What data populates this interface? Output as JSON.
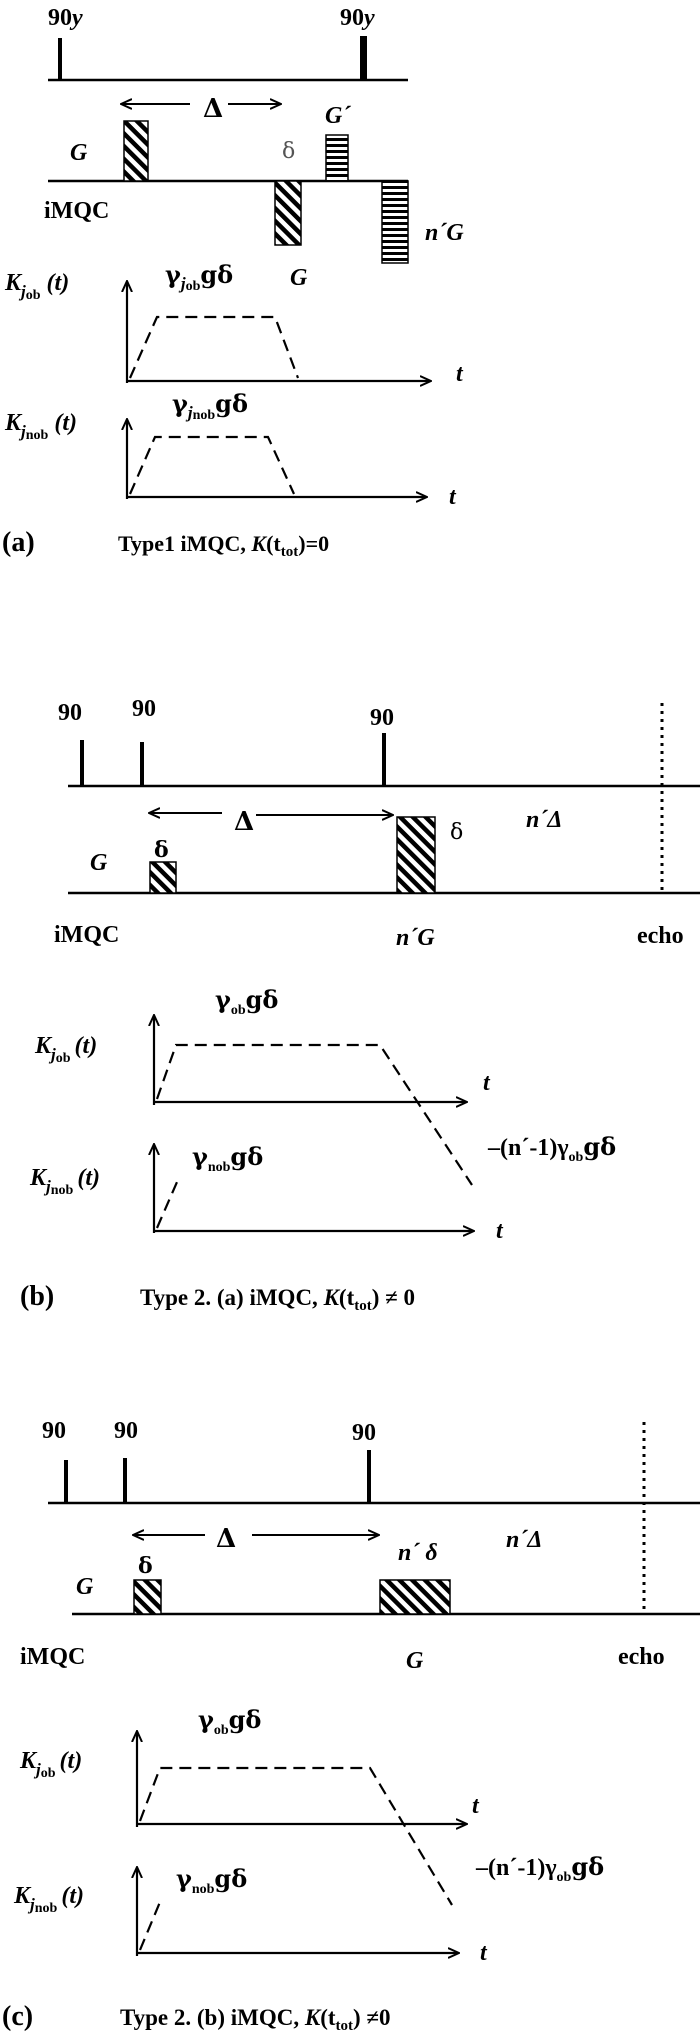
{
  "panel_a": {
    "pulse1": "90",
    "pulse1_sub": "y",
    "pulse2": "90",
    "pulse2_sub": "y",
    "delta_cap": "Δ",
    "delta_small": "δ",
    "G_left": "G",
    "G_prime": "G´",
    "G_bottom": "G",
    "nG": "n´G",
    "imqc": "iMQC",
    "K1_label": "K",
    "K1_sub": "j",
    "K1_subsub": "ob",
    "K1_arg": "(t)",
    "K1_level": "γ",
    "K1_level_sub": "j",
    "K1_level_subsub": "ob",
    "K1_level_tail": "gδ",
    "K2_label": "K",
    "K2_sub": "j",
    "K2_subsub": "nob",
    "K2_arg": "(t)",
    "K2_level": "γ",
    "K2_level_sub": "j",
    "K2_level_subsub": "nob",
    "K2_level_tail": "gδ",
    "t": "t",
    "tag": "(a)",
    "caption_pre": "Type1 iMQC, ",
    "caption_K": "K",
    "caption_arg": "(t",
    "caption_arg_sub": "tot",
    "caption_tail": ")=0"
  },
  "panel_b": {
    "pulse1": "90",
    "pulse2": "90",
    "pulse3": "90",
    "delta_cap": "Δ",
    "delta_small1": "δ",
    "delta_small2": "δ",
    "n_delta": "n´Δ",
    "G_left": "G",
    "imqc": "iMQC",
    "nG": "n´G",
    "echo": "echo",
    "K1_level": "γ",
    "K1_level_sub": "ob",
    "K1_level_tail": "gδ",
    "K1_label": "K",
    "K1_sub": "j",
    "K1_subsub": "ob",
    "K1_arg": "(t)",
    "neg_label": "–(n´-1)γ",
    "neg_sub": "ob",
    "neg_tail": "gδ",
    "K2_label": "K",
    "K2_sub": "j",
    "K2_subsub": "nob",
    "K2_arg": "(t)",
    "K2_level": "γ",
    "K2_level_sub": "nob",
    "K2_level_tail": "gδ",
    "t": "t",
    "tag": "(b)",
    "caption_pre": "Type 2. (a)   iMQC, ",
    "caption_K": "K",
    "caption_arg": "(t",
    "caption_arg_sub": "tot",
    "caption_tail": ") ≠ 0"
  },
  "panel_c": {
    "pulse1": "90",
    "pulse2": "90",
    "pulse3": "90",
    "delta_cap": "Δ",
    "delta_small": "δ",
    "n_delta_small": "n´ δ",
    "n_delta": "n´Δ",
    "G_left": "G",
    "G_bottom": "G",
    "imqc": "iMQC",
    "echo": "echo",
    "K1_level": "γ",
    "K1_level_sub": "ob",
    "K1_level_tail": "gδ",
    "K1_label": "K",
    "K1_sub": "j",
    "K1_subsub": "ob",
    "K1_arg": "(t)",
    "neg_label": "–(n´-1)γ",
    "neg_sub": "ob",
    "neg_tail": "gδ",
    "K2_label": "K",
    "K2_sub": "j",
    "K2_subsub": "nob",
    "K2_arg": "(t)",
    "K2_level": "γ",
    "K2_level_sub": "nob",
    "K2_level_tail": "gδ",
    "t": "t",
    "tag": "(c)",
    "caption_pre": "Type 2. (b)   iMQC, ",
    "caption_K": "K",
    "caption_arg": "(t",
    "caption_arg_sub": "tot",
    "caption_tail": ") ≠0"
  }
}
